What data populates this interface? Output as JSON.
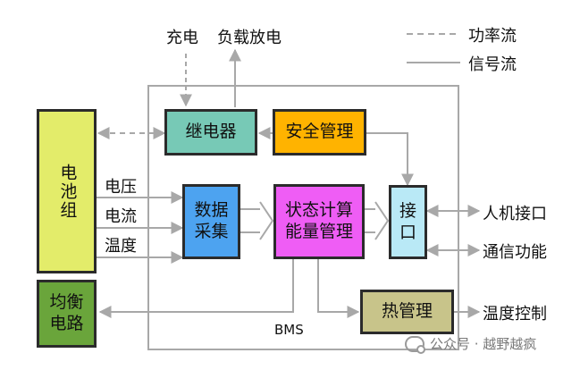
{
  "diagram": {
    "nodes": {
      "battery": {
        "label": "电池组",
        "color": "#e3ec6a"
      },
      "balance": {
        "label": "均衡\n电路",
        "color": "#6aa53b"
      },
      "relay": {
        "label": "继电器",
        "color": "#77c9b6"
      },
      "safety": {
        "label": "安全管理",
        "color": "#ffb300"
      },
      "acquisition": {
        "label": "数据\n采集",
        "color": "#4da3f0"
      },
      "state_calc": {
        "label": "状态计算\n能量管理",
        "color": "#ef5df5"
      },
      "interface": {
        "label": "接\n口",
        "color": "#b9e9f6"
      },
      "thermal": {
        "label": "热管理",
        "color": "#c8c48a"
      }
    },
    "system_label": "BMS",
    "top_labels": {
      "charge": "充电",
      "load_discharge": "负载放电"
    },
    "signal_labels": [
      "电压",
      "电流",
      "温度"
    ],
    "right_labels": {
      "hmi": "人机接口",
      "comm": "通信功能",
      "temp_control": "温度控制"
    },
    "legend": {
      "power_flow": "功率流",
      "signal_flow": "信号流"
    },
    "edges": [
      {
        "from": "charge",
        "to": "relay",
        "style": "dashed"
      },
      {
        "from": "relay",
        "to": "load_discharge",
        "style": "solid"
      },
      {
        "from": "relay",
        "to": "battery",
        "style": "dashed",
        "bidirectional": true
      },
      {
        "from": "safety",
        "to": "relay",
        "style": "solid"
      },
      {
        "from": "safety",
        "to": "interface",
        "style": "solid"
      },
      {
        "from": "battery",
        "to": "acquisition",
        "style": "solid",
        "label": "电压"
      },
      {
        "from": "battery",
        "to": "acquisition",
        "style": "solid",
        "label": "电流"
      },
      {
        "from": "battery",
        "to": "acquisition",
        "style": "solid",
        "label": "温度"
      },
      {
        "from": "acquisition",
        "to": "state_calc",
        "style": "hollow"
      },
      {
        "from": "state_calc",
        "to": "interface",
        "style": "hollow"
      },
      {
        "from": "interface",
        "to": "hmi",
        "style": "solid",
        "bidirectional": true
      },
      {
        "from": "interface",
        "to": "comm",
        "style": "solid",
        "bidirectional": true
      },
      {
        "from": "state_calc",
        "to": "thermal",
        "style": "solid"
      },
      {
        "from": "state_calc",
        "to": "balance",
        "style": "solid"
      },
      {
        "from": "thermal",
        "to": "temp_control",
        "style": "solid"
      }
    ]
  },
  "watermark": "公众号 · 越野越疯"
}
